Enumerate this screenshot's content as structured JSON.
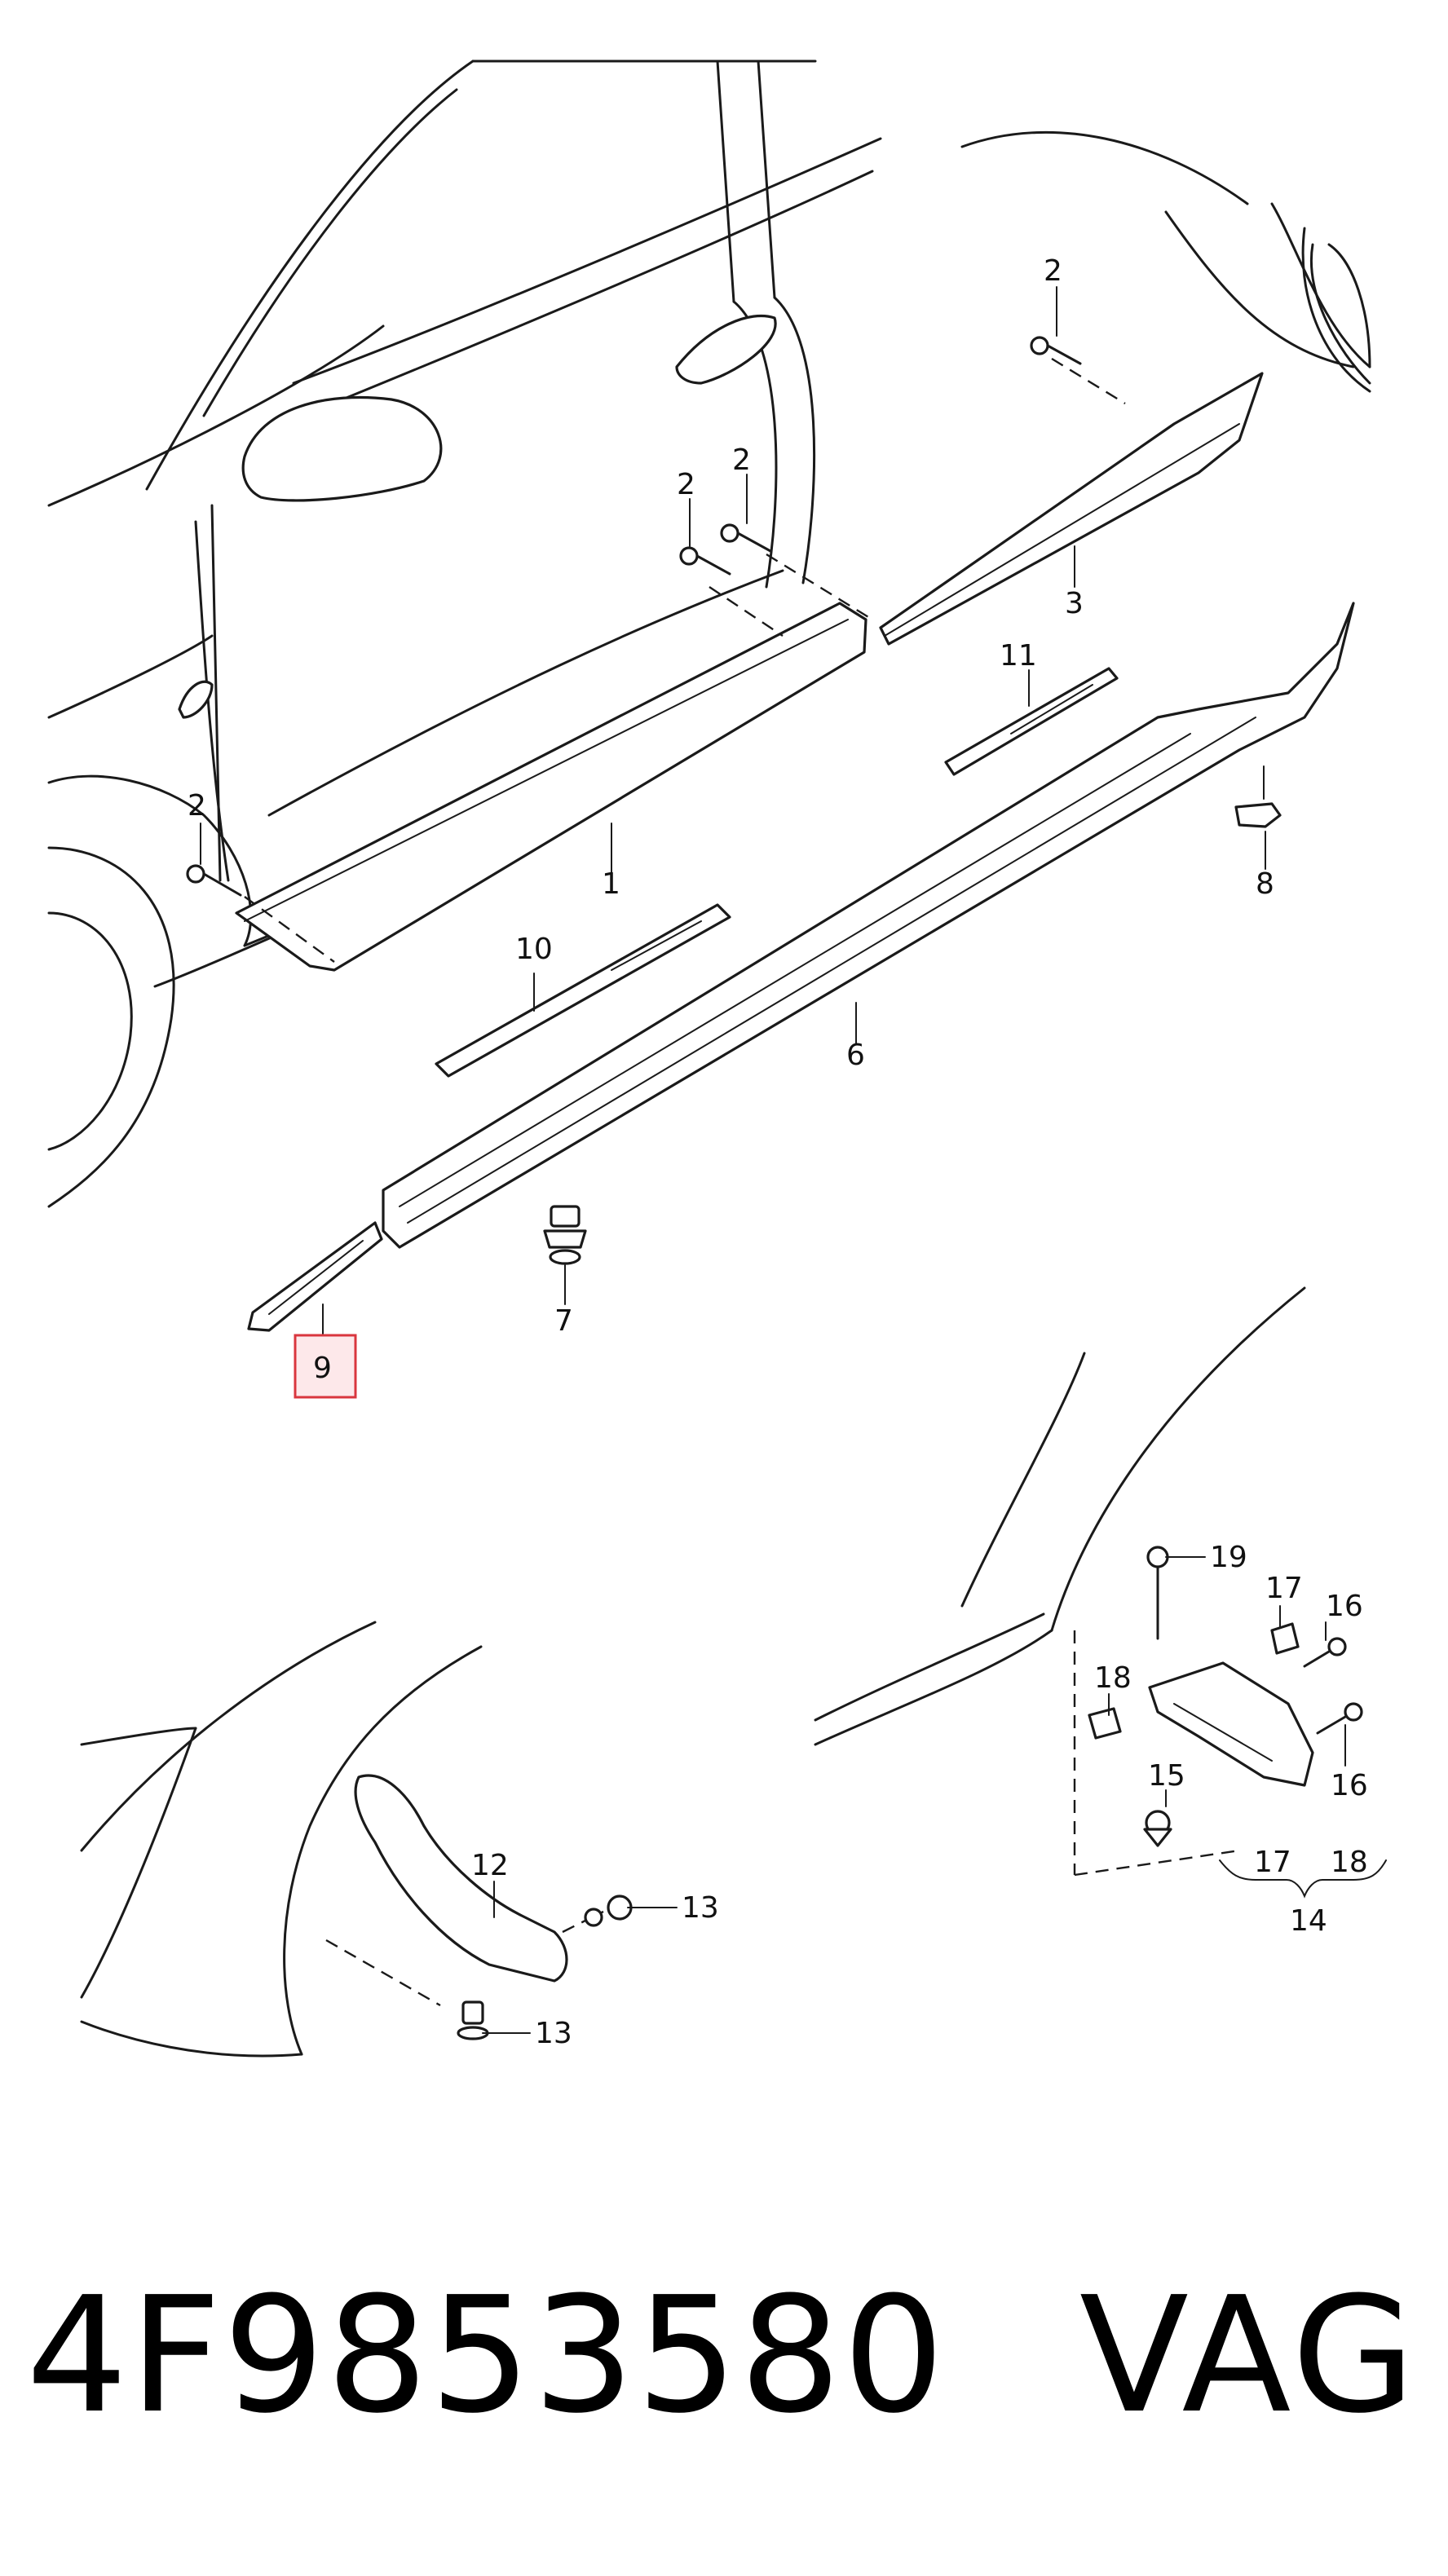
{
  "callouts": {
    "c1": "1",
    "c2a": "2",
    "c2b": "2",
    "c2c": "2",
    "c2d": "2",
    "c3": "3",
    "c6": "6",
    "c7": "7",
    "c8": "8",
    "c9": "9",
    "c10": "10",
    "c11": "11",
    "c12": "12",
    "c13a": "13",
    "c13b": "13",
    "c14": "14",
    "c15": "15",
    "c16a": "16",
    "c16b": "16",
    "c17a": "17",
    "c17b": "17",
    "c18a": "18",
    "c18b": "18",
    "c19": "19"
  },
  "highlighted_callout": "9",
  "highlight_color": "#d9363e",
  "footer": {
    "part_number": "4F9853580",
    "brand": "VAG"
  }
}
